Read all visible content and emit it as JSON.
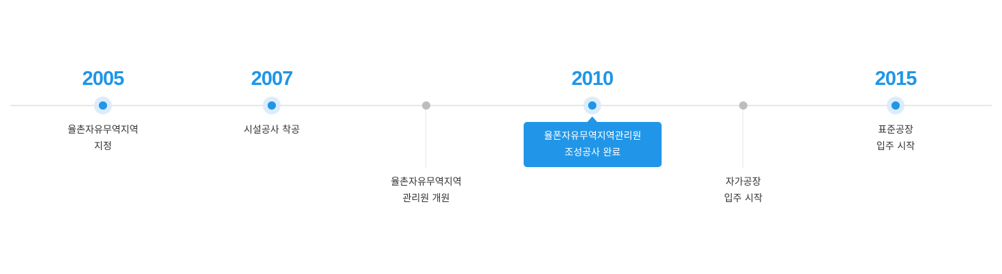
{
  "milestones": [
    {
      "year": "2005",
      "lines": [
        "율촌자유무역지역",
        "지정"
      ]
    },
    {
      "year": "2007",
      "lines": [
        "시설공사 착공"
      ]
    },
    {
      "year": "",
      "lines": [
        "율촌자유무역지역",
        "관리원 개원"
      ]
    },
    {
      "year": "2010",
      "lines": [
        "율폰자유무역지역관리원",
        "조성공사 완료"
      ],
      "highlighted": true
    },
    {
      "year": "",
      "lines": [
        "자가공장",
        "입주 시작"
      ]
    },
    {
      "year": "2015",
      "lines": [
        "표준공장",
        "입주 시작"
      ]
    }
  ],
  "colors": {
    "accent": "#1f96e8",
    "minor_dot": "#bdbdbd",
    "axis": "#e6e6e6",
    "text": "#333333"
  }
}
